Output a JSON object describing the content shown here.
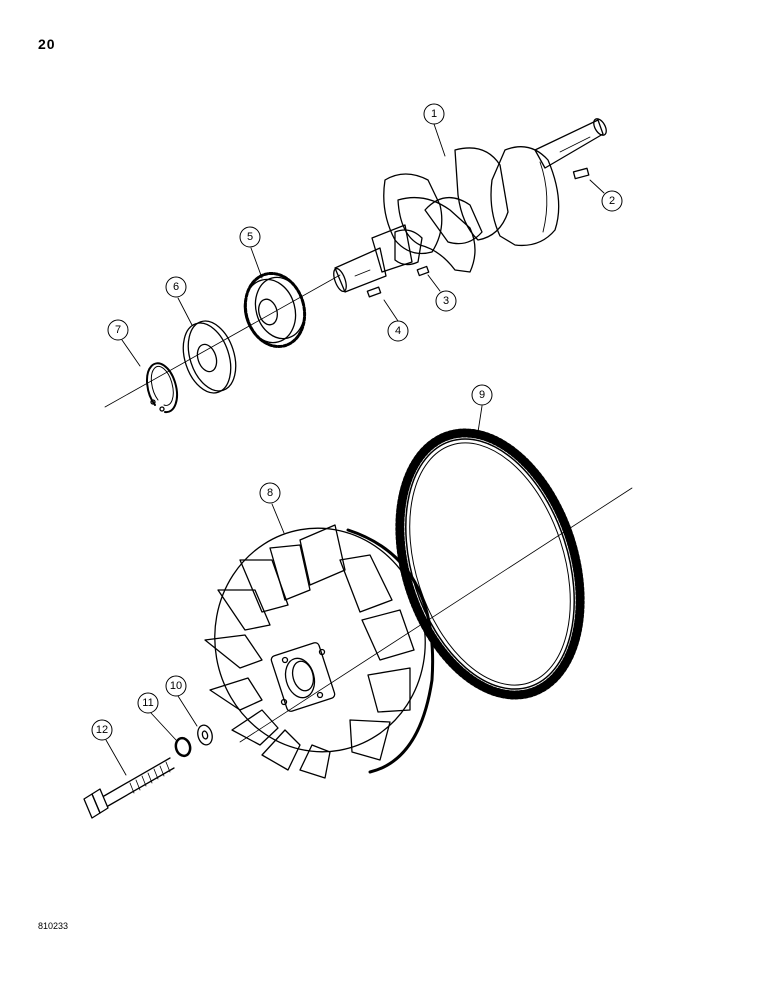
{
  "page": {
    "number": "20",
    "drawing_code": "810233"
  },
  "callouts": [
    {
      "id": "1",
      "part": "crankshaft"
    },
    {
      "id": "2",
      "part": "key"
    },
    {
      "id": "3",
      "part": "key"
    },
    {
      "id": "4",
      "part": "key"
    },
    {
      "id": "5",
      "part": "gear"
    },
    {
      "id": "6",
      "part": "washer"
    },
    {
      "id": "7",
      "part": "snap-ring"
    },
    {
      "id": "8",
      "part": "flywheel-fan"
    },
    {
      "id": "9",
      "part": "ring-gear"
    },
    {
      "id": "10",
      "part": "washer"
    },
    {
      "id": "11",
      "part": "lock-washer"
    },
    {
      "id": "12",
      "part": "bolt"
    }
  ],
  "colors": {
    "ink": "#000000",
    "paper": "#ffffff"
  }
}
